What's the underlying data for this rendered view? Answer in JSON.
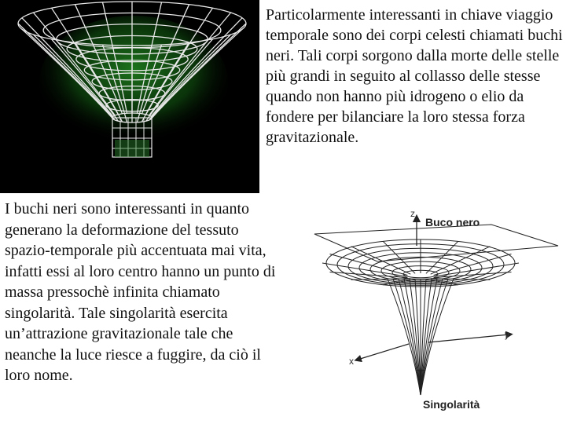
{
  "paragraphs": {
    "top": "Particolarmente interessanti in chiave viaggio temporale sono dei corpi celesti chiamati buchi neri. Tali corpi sorgono dalla morte delle stelle più grandi in seguito al collasso delle stesse quando non hanno più idrogeno o elio da fondere per bilanciare la loro stessa forza gravitazionale.",
    "bottom": "I buchi neri sono interessanti in quanto generano la deformazione del tessuto spazio-temporale più accentuata mai vita, infatti essi al loro centro hanno un punto di massa pressochè infinita chiamato singolarità. Tale singolarità esercita un’attrazione gravitazionale tale che neanche la luce riesce a fuggire, da ciò il loro nome."
  },
  "diagram": {
    "title": "Buco nero",
    "singularity": "Singolarità",
    "axis_z": "z",
    "axis_y": "y",
    "axis_x": "x"
  },
  "colors": {
    "grid_green": "#3fbf3f",
    "grid_white": "#e8e8e8",
    "diagram_line": "#222222"
  }
}
